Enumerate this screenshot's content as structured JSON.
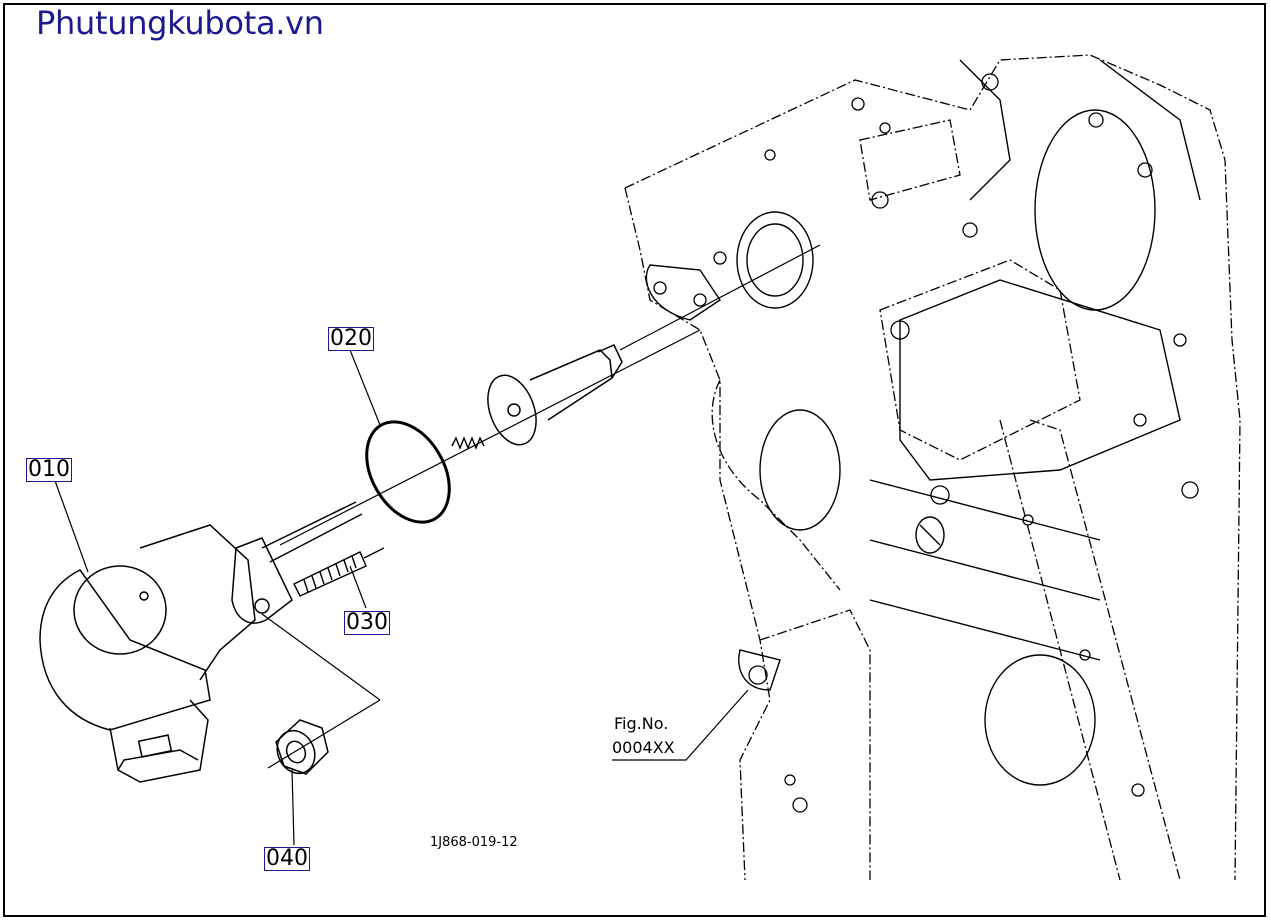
{
  "watermark": "Phutungkubota.vn",
  "callouts": {
    "c010": "010",
    "c020": "020",
    "c030": "030",
    "c040": "040"
  },
  "figure_ref": {
    "label": "Fig.No.",
    "number": "0004XX"
  },
  "drawing_code": "1J868-019-12",
  "colors": {
    "watermark": "#1b1b8f",
    "callout_border": "#1b1b8f",
    "line": "#000000"
  }
}
